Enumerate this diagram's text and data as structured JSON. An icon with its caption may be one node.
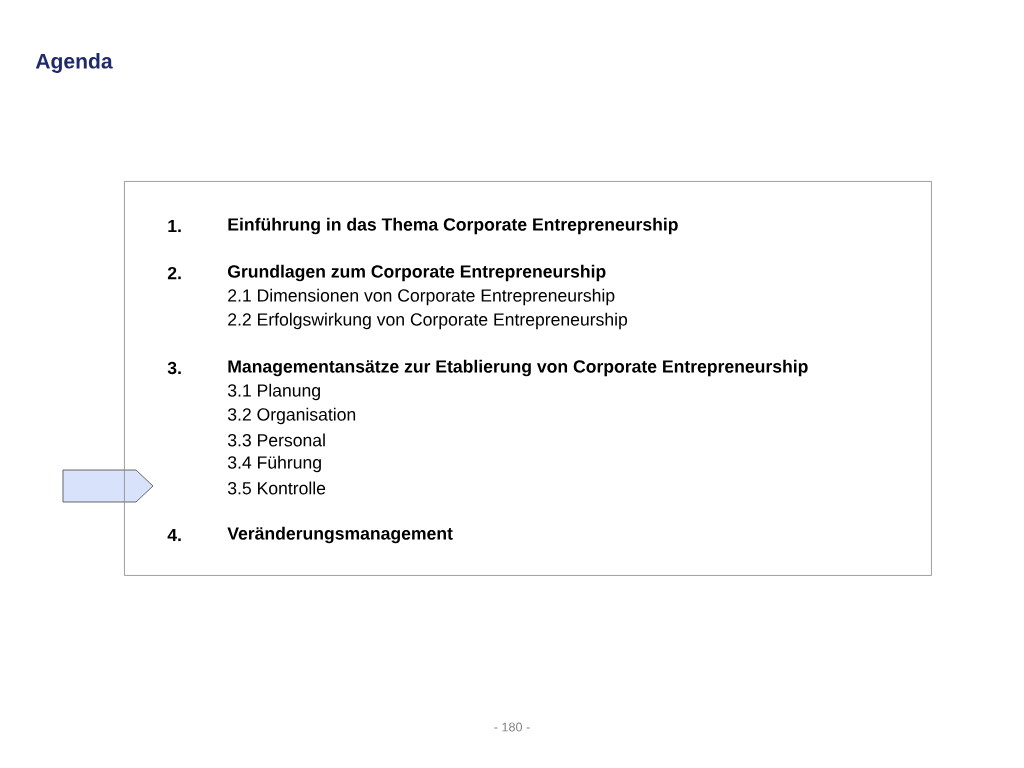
{
  "diagram": {
    "title": "Agenda",
    "nodes": [
      {
        "text": [
          "1.",
          "Einführung in das Thema Corporate Entrepreneurship",
          "2.",
          "Grundlagen zum Corporate Entrepreneurship",
          "2.1 Dimensionen von Corporate Entrepreneurship",
          "2.2 Erfolgswirkung von Corporate Entrepreneurship",
          "3.",
          "Managementansätze zur Etablierung von Corporate Entrepreneurship",
          "3.1 Planung",
          "3.2 Organisation",
          "3.3 Personal",
          "3.4 Führung",
          "3.5 Kontrolle",
          "4.",
          "Veränderungsmanagement"
        ]
      }
    ],
    "labels": [
      "- 180 -"
    ]
  }
}
